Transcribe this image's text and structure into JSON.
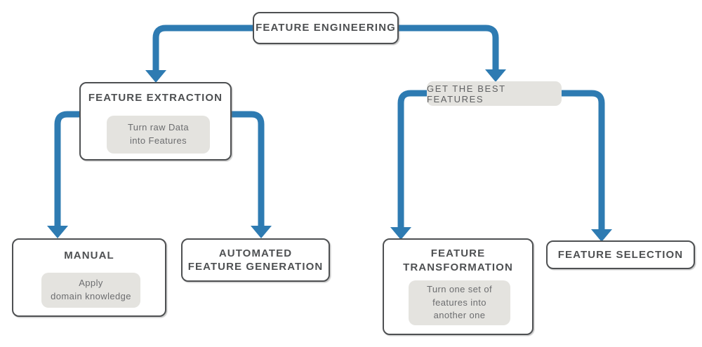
{
  "colors": {
    "arrow": "#2e7bb2",
    "border": "#4e5052",
    "title": "#4e5052",
    "note_bg": "#e4e3df",
    "note_text": "#6c6d6f"
  },
  "nodes": {
    "root": {
      "label": "FEATURE ENGINEERING"
    },
    "extraction": {
      "label": "FEATURE EXTRACTION",
      "note": "Turn raw Data\ninto Features"
    },
    "best": {
      "label": "GET THE BEST FEATURES"
    },
    "manual": {
      "label": "MANUAL",
      "note": "Apply\ndomain knowledge"
    },
    "automated": {
      "label": "AUTOMATED\nFEATURE GENERATION"
    },
    "transformation": {
      "label": "FEATURE\nTRANSFORMATION",
      "note": "Turn one set of\nfeatures into\nanother one"
    },
    "selection": {
      "label": "FEATURE SELECTION"
    }
  }
}
